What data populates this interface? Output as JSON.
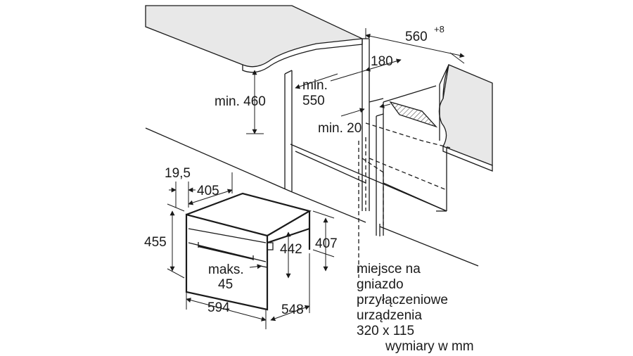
{
  "dimensions": {
    "width_top": "560",
    "width_top_tolerance": "+8",
    "offset_180": "180",
    "min_550": [
      "min.",
      "550"
    ],
    "min_460": "min. 460",
    "min_20": "min. 20",
    "d_19_5": "19,5",
    "d_405": "405",
    "d_455": "455",
    "d_442": "442",
    "d_407": "407",
    "maks_45": [
      "maks.",
      "45"
    ],
    "d_594": "594",
    "d_548": "548"
  },
  "note": {
    "lines": [
      "miejsce na",
      "gniazdo",
      "przyłączeniowe",
      "urządzenia",
      "320 x 115"
    ],
    "units": "wymiary w mm"
  },
  "colors": {
    "line": "#1a1a1a",
    "worktop": "#e8e8e8",
    "socket_hatch": "#bdbdbd"
  }
}
